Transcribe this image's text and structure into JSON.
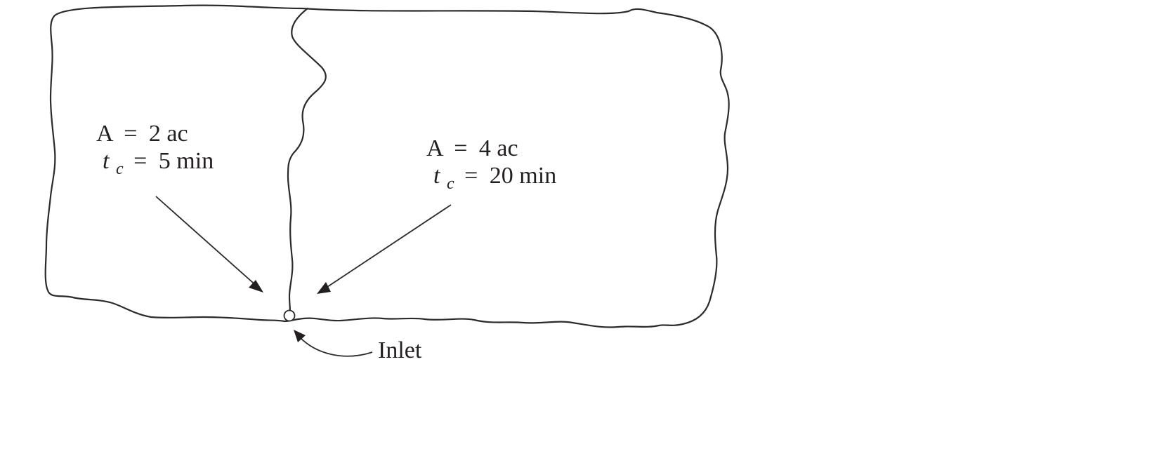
{
  "subareas": [
    {
      "area_symbol": "A",
      "area_equals": "=",
      "area_value": "2 ac",
      "tc_symbol": "t",
      "tc_subscript": "c",
      "tc_equals": "=",
      "tc_value": "5 min"
    },
    {
      "area_symbol": "A",
      "area_equals": "=",
      "area_value": "4 ac",
      "tc_symbol": "t",
      "tc_subscript": "c",
      "tc_equals": "=",
      "tc_value": "20 min"
    }
  ],
  "inlet": {
    "label": "Inlet"
  },
  "colors": {
    "line": "#2b2b2b",
    "text": "#231f20",
    "background": "#ffffff"
  }
}
